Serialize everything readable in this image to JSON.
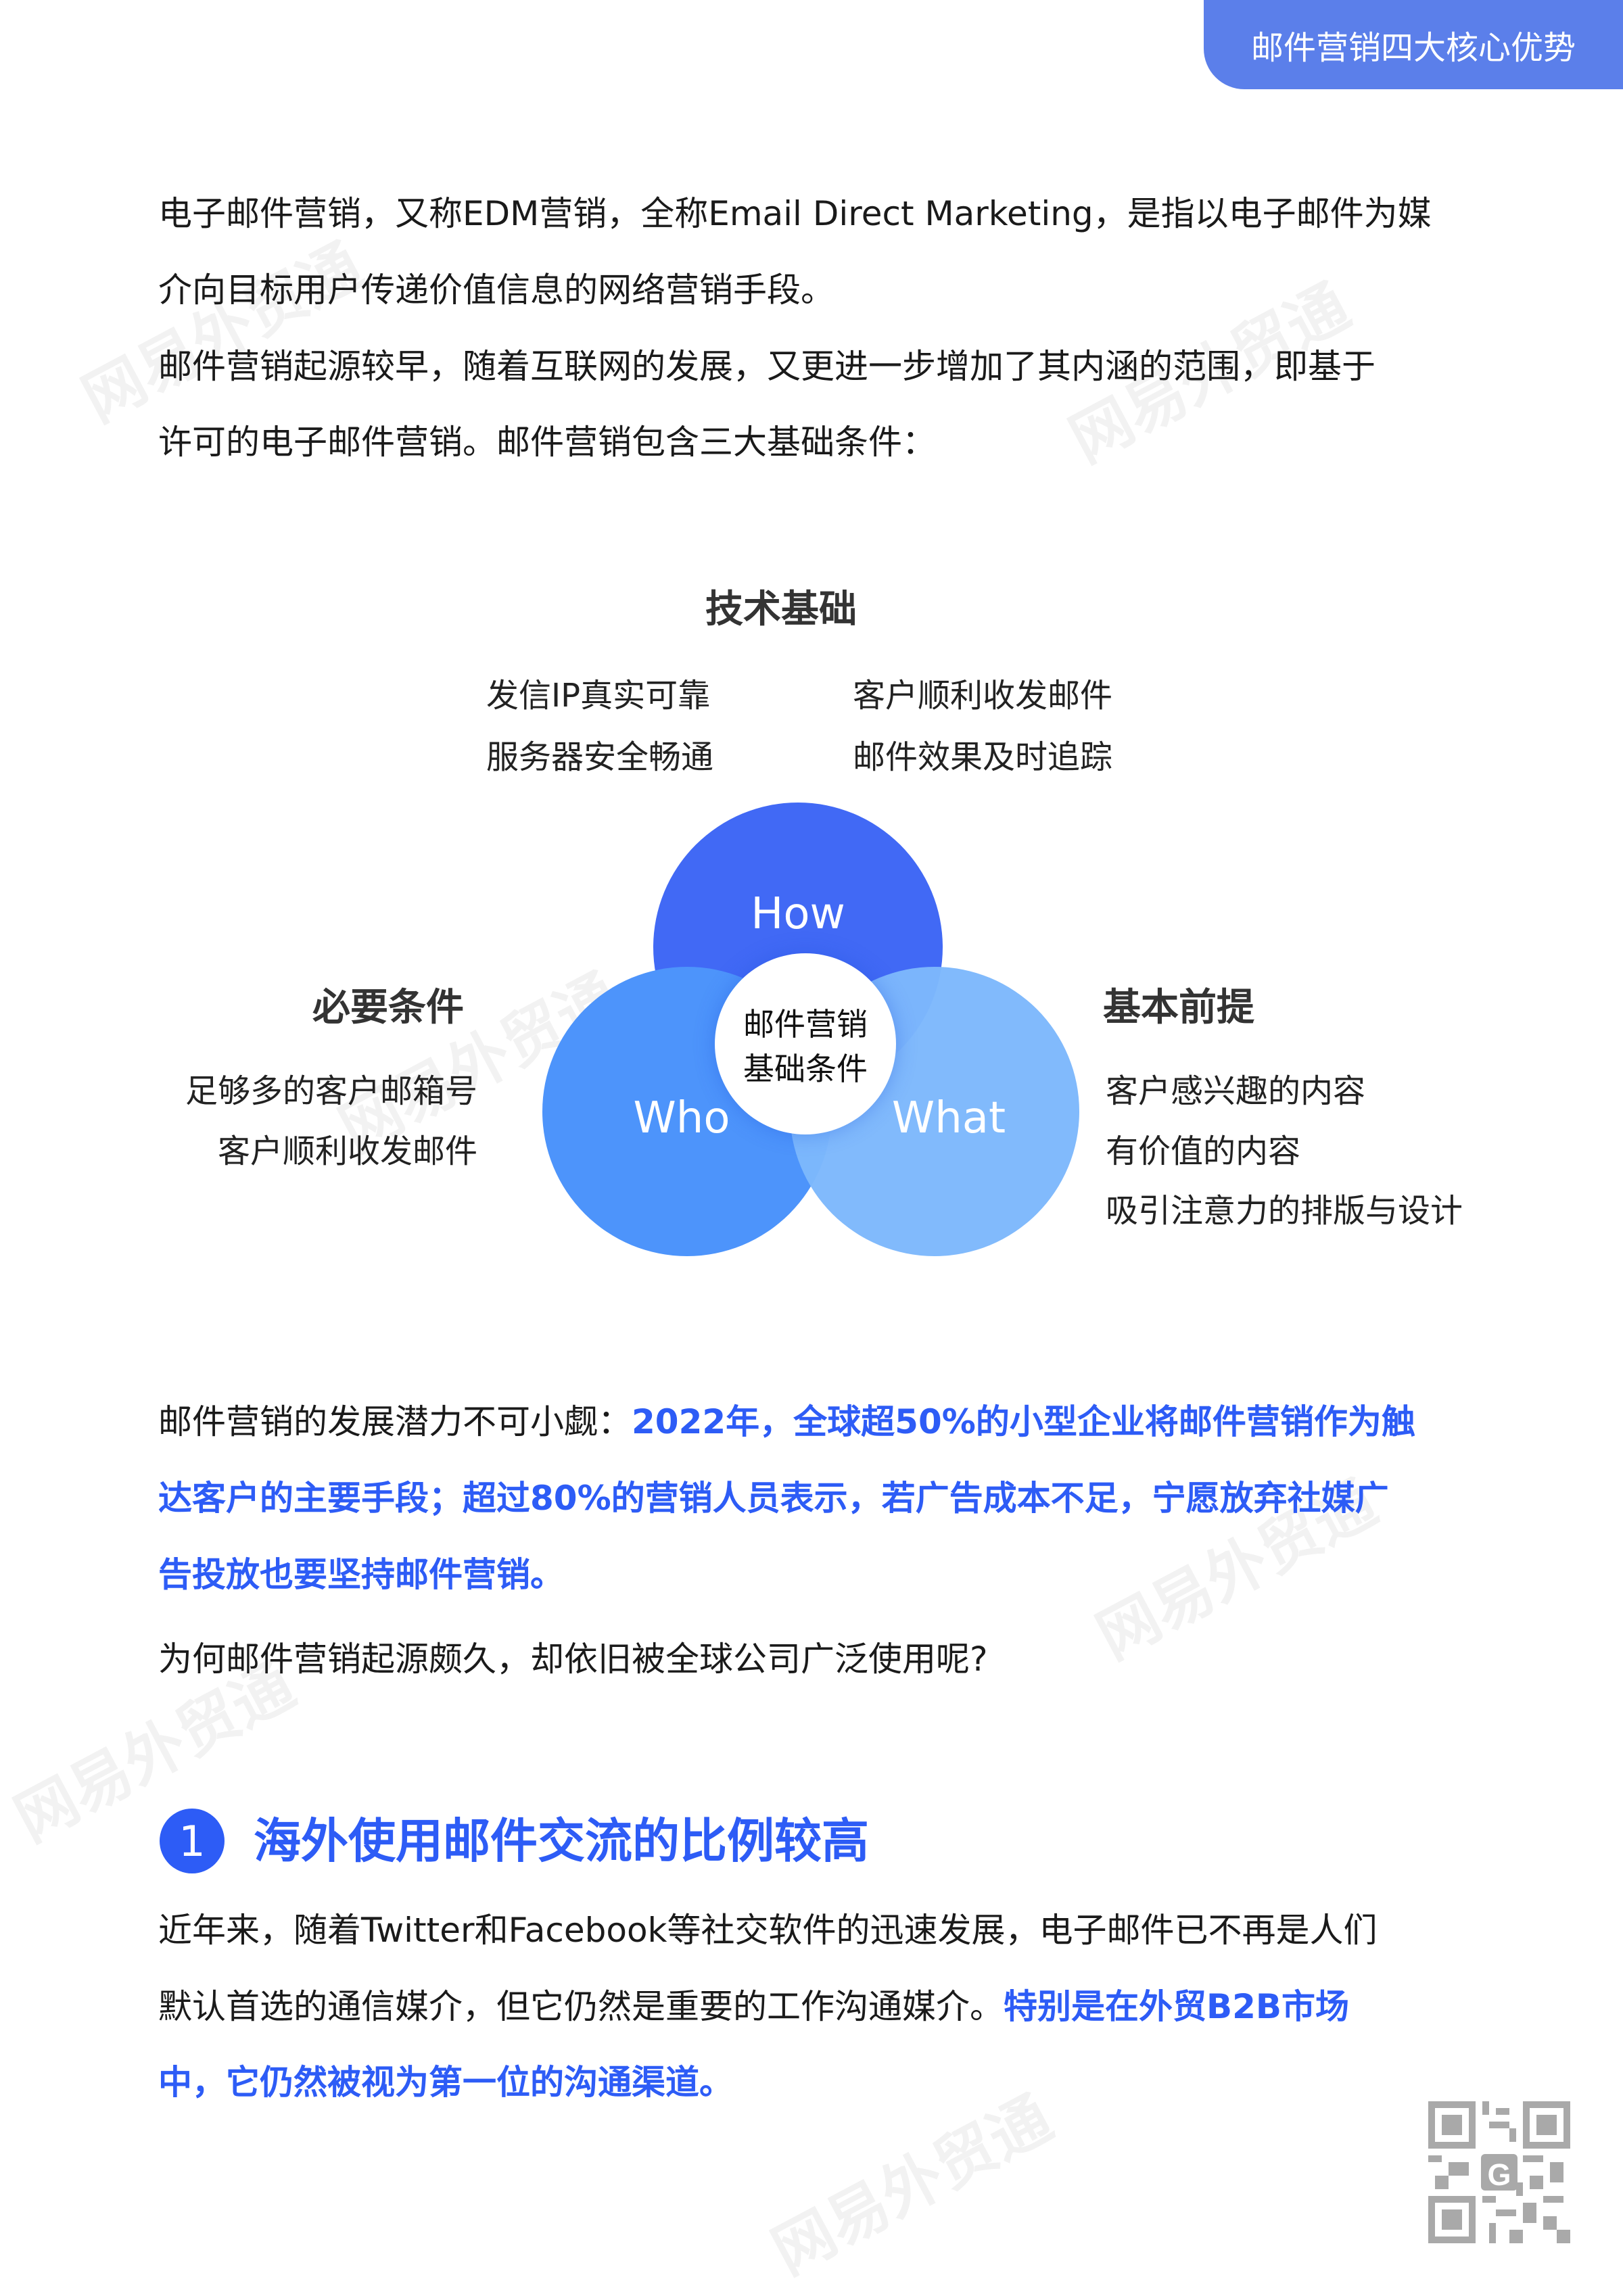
{
  "header": {
    "tab_label": "邮件营销四大核心优势"
  },
  "intro": {
    "lines": [
      "电子邮件营销，又称EDM营销，全称Email Direct Marketing，是指以电子邮件为媒",
      "介向目标用户传递价值信息的网络营销手段。",
      "邮件营销起源较早，随着互联网的发展，又更进一步增加了其内涵的范围，即基于",
      "许可的电子邮件营销。邮件营销包含三大基础条件："
    ]
  },
  "diagram": {
    "top": {
      "title": "技术基础",
      "left_items": [
        "发信IP真实可靠",
        "服务器安全畅通"
      ],
      "right_items": [
        "客户顺利收发邮件",
        "邮件效果及时追踪"
      ]
    },
    "left": {
      "title": "必要条件",
      "items": [
        "足够多的客户邮箱号",
        "客户顺利收发邮件"
      ]
    },
    "right": {
      "title": "基本前提",
      "items": [
        "客户感兴趣的内容",
        "有价值的内容",
        "吸引注意力的排版与设计"
      ]
    },
    "circles": {
      "how": "How",
      "who": "Who",
      "what": "What"
    },
    "center": [
      "邮件营销",
      "基础条件"
    ],
    "colors": {
      "how": "#4169f5",
      "who": "#4d94fb",
      "what": "#7db8fc"
    }
  },
  "potential": {
    "line1_plain": "邮件营销的发展潜力不可小觑：",
    "line1_blue": "2022年，全球超50%的小型企业将邮件营销作为触",
    "line2_blue": "达客户的主要手段；超过80%的营销人员表示，若广告成本不足，宁愿放弃社媒广",
    "line3_blue": "告投放也要坚持邮件营销。",
    "question": "为何邮件营销起源颇久，却依旧被全球公司广泛使用呢?"
  },
  "section1": {
    "number": "1",
    "heading": "海外使用邮件交流的比例较高",
    "line1": "近年来，随着Twitter和Facebook等社交软件的迅速发展，电子邮件已不再是人们",
    "line2_plain": "默认首选的通信媒介，但它仍然是重要的工作沟通媒介。",
    "line2_blue": "特别是在外贸B2B市场",
    "line3_blue": "中，它仍然被视为第一位的沟通渠道。"
  },
  "watermark": "网易外贸通",
  "qr": {
    "icon": "qr-code-icon",
    "logo": "G"
  },
  "colors": {
    "accent": "#2d5cf6",
    "tab": "#5b7fea"
  }
}
